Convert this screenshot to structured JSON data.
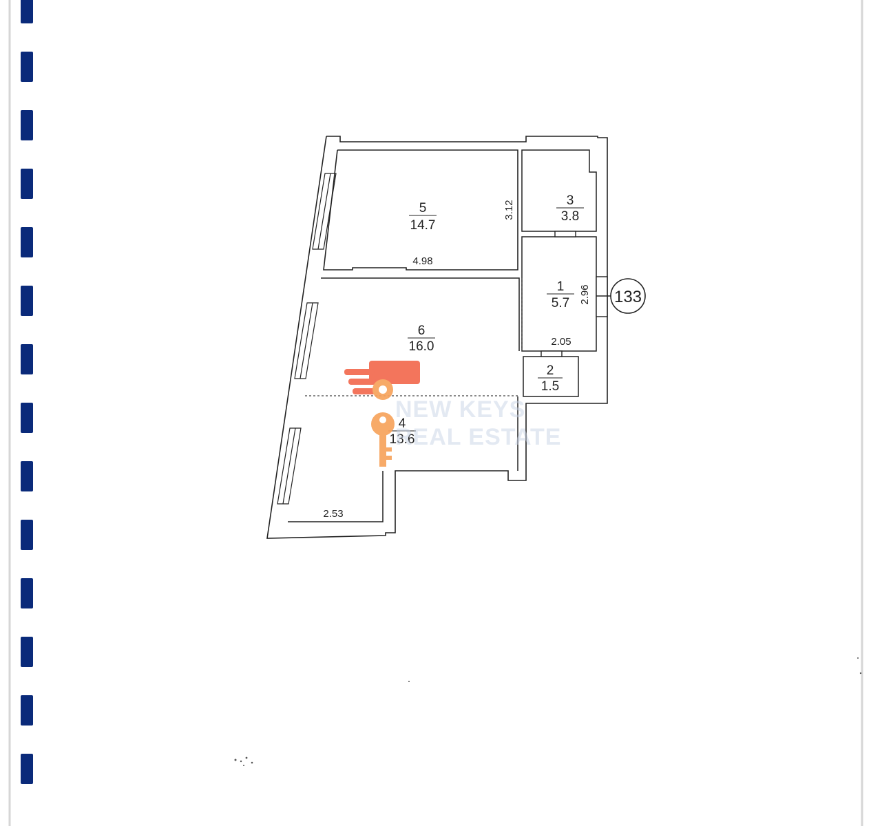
{
  "unit": {
    "number": "133"
  },
  "rooms": [
    {
      "number": "5",
      "area": "14.7"
    },
    {
      "number": "3",
      "area": "3.8"
    },
    {
      "number": "1",
      "area": "5.7"
    },
    {
      "number": "6",
      "area": "16.0"
    },
    {
      "number": "2",
      "area": "1.5"
    },
    {
      "number": "4",
      "area": "13.6"
    }
  ],
  "dimensions": {
    "room5_height": "3.12",
    "room5_width": "4.98",
    "room1_height": "2.96",
    "room1_width": "2.05",
    "room4_width": "2.53"
  },
  "watermark": {
    "line1": "NEW KEYS",
    "line2": "REAL ESTATE",
    "colors": {
      "primary": "#f26a4f",
      "secondary": "#f7a35c"
    }
  },
  "colors": {
    "binding": "#0a2a7a",
    "line": "#222222",
    "page_border": "#d0d0d0"
  }
}
